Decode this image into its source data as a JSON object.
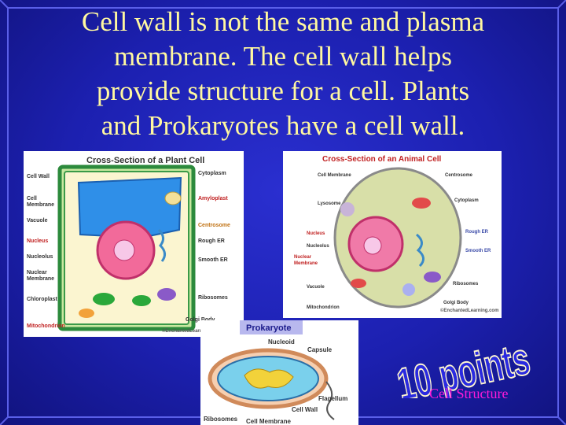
{
  "slide": {
    "title_lines": [
      "Cell wall is not the same and plasma",
      "membrane.  The cell wall helps",
      "provide structure for a cell.  Plants",
      "and Prokaryotes have a cell wall."
    ],
    "points_label": "10 points",
    "category": "Cell Structure"
  },
  "plant_cell": {
    "title": "Cross-Section of a Plant Cell",
    "left_labels": [
      "Cell Wall",
      "Cell",
      "Membrane",
      "Vacuole",
      "Nucleus",
      "Nucleolus",
      "Nuclear",
      "Membrane",
      "Chloroplast",
      "Mitochondrion"
    ],
    "right_labels": [
      "Cytoplasm",
      "Amyloplast",
      "Centrosome",
      "Rough ER",
      "Smooth ER",
      "Ribosomes",
      "Golgi Body"
    ],
    "credit": "©EnchantedLearning.com"
  },
  "animal_cell": {
    "title": "Cross-Section of an Animal Cell",
    "left_labels": [
      "Cell Membrane",
      "Lysosome",
      "Nucleus",
      "Nucleolus",
      "Nuclear",
      "Membrane",
      "Vacuole",
      "Mitochondrion"
    ],
    "right_labels": [
      "Centrosome",
      "Cytoplasm",
      "Rough ER",
      "Smooth ER",
      "Ribosomes",
      "Golgi Body"
    ],
    "credit": "©EnchantedLearning.com"
  },
  "prokaryote": {
    "title": "Prokaryote",
    "labels": [
      "Nucleoid",
      "Capsule",
      "Flagellum",
      "Cell Wall",
      "Ribosomes",
      "Cell Membrane"
    ]
  },
  "colors": {
    "background": "#1c20b0",
    "title_text": "#fff8a0",
    "points_fill": "#2a2ae0",
    "category_text": "#ff1ad9"
  }
}
